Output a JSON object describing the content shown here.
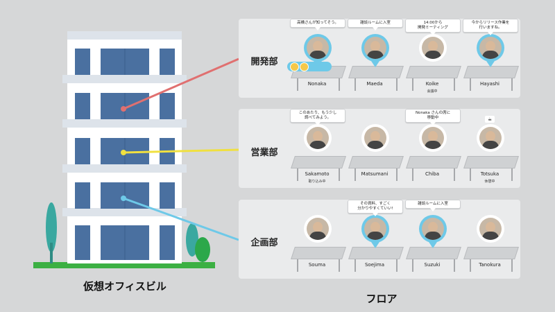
{
  "building_caption": "仮想オフィスビル",
  "floor_caption": "フロア",
  "colors": {
    "accent": "#6ec9e8",
    "line_dev": "#e07070",
    "line_sales": "#f0e040",
    "line_plan": "#6ec9e8",
    "building": "#4a70a0"
  },
  "departments": [
    {
      "label": "開発部",
      "seats": [
        {
          "name": "Nonaka",
          "bubble": "高橋さんが知ってそう。",
          "status": "",
          "active": true,
          "group": true
        },
        {
          "name": "Maeda",
          "bubble": "雑談ルームに入室",
          "status": "",
          "active": true
        },
        {
          "name": "Koike",
          "bubble": "14:00から\n開発ミーティング",
          "status": "会議中",
          "active": false
        },
        {
          "name": "Hayashi",
          "bubble": "今からリリース作業を\n行いますね。",
          "status": "",
          "active": true
        }
      ]
    },
    {
      "label": "営業部",
      "seats": [
        {
          "name": "Sakamoto",
          "bubble": "このあたり、もう少し\n調べてみよう。",
          "status": "取り込み中",
          "active": false
        },
        {
          "name": "Matsumani",
          "bubble": "",
          "status": "",
          "active": false
        },
        {
          "name": "Chiba",
          "bubble": "Nonaka さんの席に\n移動中",
          "status": "",
          "active": false
        },
        {
          "name": "Totsuka",
          "bubble": "",
          "status": "休憩中",
          "active": false,
          "cup": true
        }
      ]
    },
    {
      "label": "企画部",
      "seats": [
        {
          "name": "Souma",
          "bubble": "",
          "status": "",
          "active": false
        },
        {
          "name": "Soejima",
          "bubble": "その資料、すごく\n分かりやすくていい!",
          "status": "",
          "active": true
        },
        {
          "name": "Suzuki",
          "bubble": "雑談ルームに入室",
          "status": "",
          "active": true
        },
        {
          "name": "Tanokura",
          "bubble": "",
          "status": "",
          "active": false
        }
      ]
    }
  ]
}
